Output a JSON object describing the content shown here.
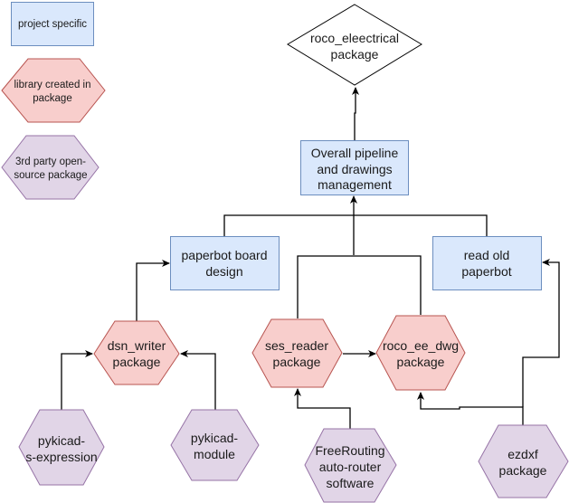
{
  "legend": {
    "project_specific": "project specific",
    "library_created": [
      "library created in",
      "package"
    ],
    "third_party": [
      "3rd party open-",
      "source package"
    ]
  },
  "colors": {
    "blue_fill": "#dae8fc",
    "blue_stroke": "#6c8ebf",
    "red_fill": "#f8cecc",
    "red_stroke": "#b85450",
    "purple_fill": "#e1d5e7",
    "purple_stroke": "#9673a6",
    "line": "#000000"
  },
  "nodes": {
    "roco_electrical": [
      "roco_eleectrical",
      "package"
    ],
    "overall_pipeline": [
      "Overall pipeline",
      "and drawings",
      "management"
    ],
    "paperbot_board": [
      "paperbot board",
      "design"
    ],
    "read_old_paperbot": [
      "read old",
      "paperbot"
    ],
    "dsn_writer": [
      "dsn_writer",
      "package"
    ],
    "ses_reader": [
      "ses_reader",
      "package"
    ],
    "roco_ee_dwg": [
      "roco_ee_dwg",
      "package"
    ],
    "pykicad_sexpr": [
      "pykicad-",
      "s-expression"
    ],
    "pykicad_module": [
      "pykicad-",
      "module"
    ],
    "freerouting": [
      "FreeRouting",
      "auto-router",
      "software"
    ],
    "ezdxf": [
      "ezdxf",
      "package"
    ]
  }
}
